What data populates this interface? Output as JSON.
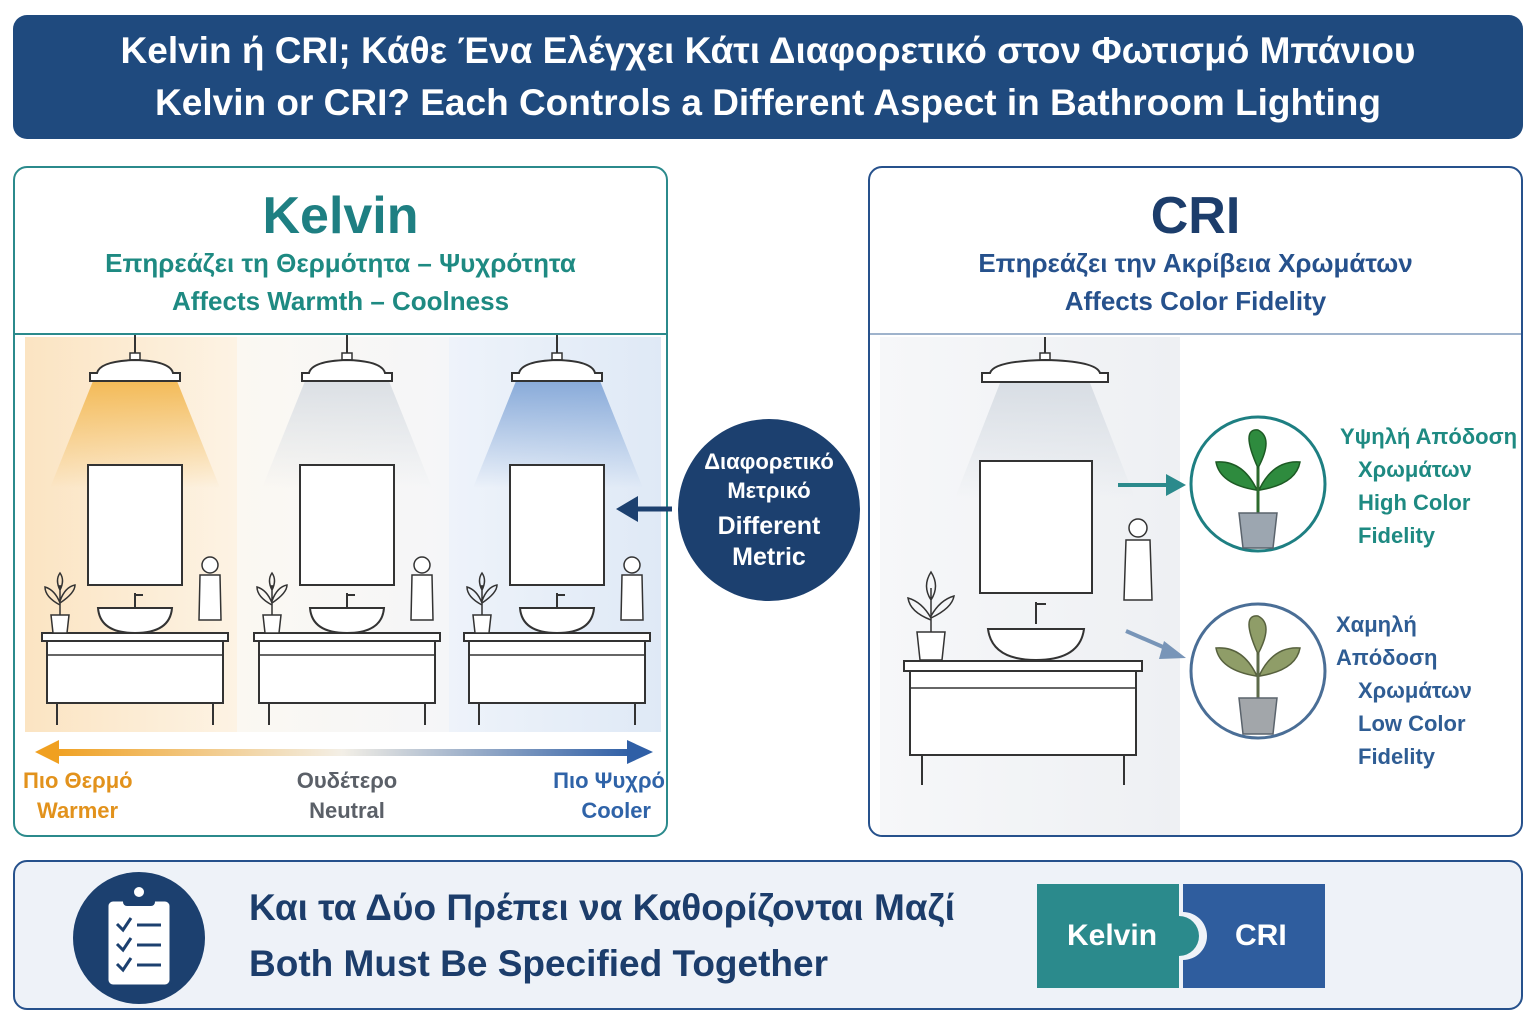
{
  "header": {
    "title_greek": "Kelvin ή CRI; Κάθε Ένα Ελέγχει Κάτι Διαφορετικό στον Φωτισμό Μπάνιου",
    "title_english": "Kelvin or CRI? Each Controls a Different Aspect in Bathroom Lighting"
  },
  "kelvin_panel": {
    "title": "Kelvin",
    "subtitle_greek": "Επηρεάζει τη Θερμότητα – Ψυχρότητα",
    "subtitle_english": "Affects Warmth – Coolness",
    "scale": {
      "warm_greek": "Πιο Θερμό",
      "warm_english": "Warmer",
      "neutral_greek": "Ουδέτερο",
      "neutral_english": "Neutral",
      "cool_greek": "Πιο Ψυχρό",
      "cool_english": "Cooler"
    }
  },
  "center": {
    "greek_line1": "Διαφορετικό",
    "greek_line2": "Μετρικό",
    "english_line1": "Different",
    "english_line2": "Metric"
  },
  "cri_panel": {
    "title": "CRI",
    "subtitle_greek": "Επηρεάζει την Ακρίβεια Χρωμάτων",
    "subtitle_english": "Affects Color Fidelity",
    "high": {
      "greek_line1": "Υψηλή Απόδοση",
      "greek_line2": "Χρωμάτων",
      "english_line1": "High Color",
      "english_line2": "Fidelity"
    },
    "low": {
      "greek_line1": "Χαμηλή Απόδοση",
      "greek_line2": "Χρωμάτων",
      "english_line1": "Low Color",
      "english_line2": "Fidelity"
    }
  },
  "footer": {
    "greek": "Και τα Δύο Πρέπει να Καθορίζονται Μαζί",
    "english": "Both Must Be Specified Together",
    "puzzle_left": "Kelvin",
    "puzzle_right": "CRI"
  },
  "colors": {
    "navy": "#1f4a7e",
    "teal": "#2b8a8c",
    "warm": "#f0a830",
    "cool": "#2f63a8"
  }
}
